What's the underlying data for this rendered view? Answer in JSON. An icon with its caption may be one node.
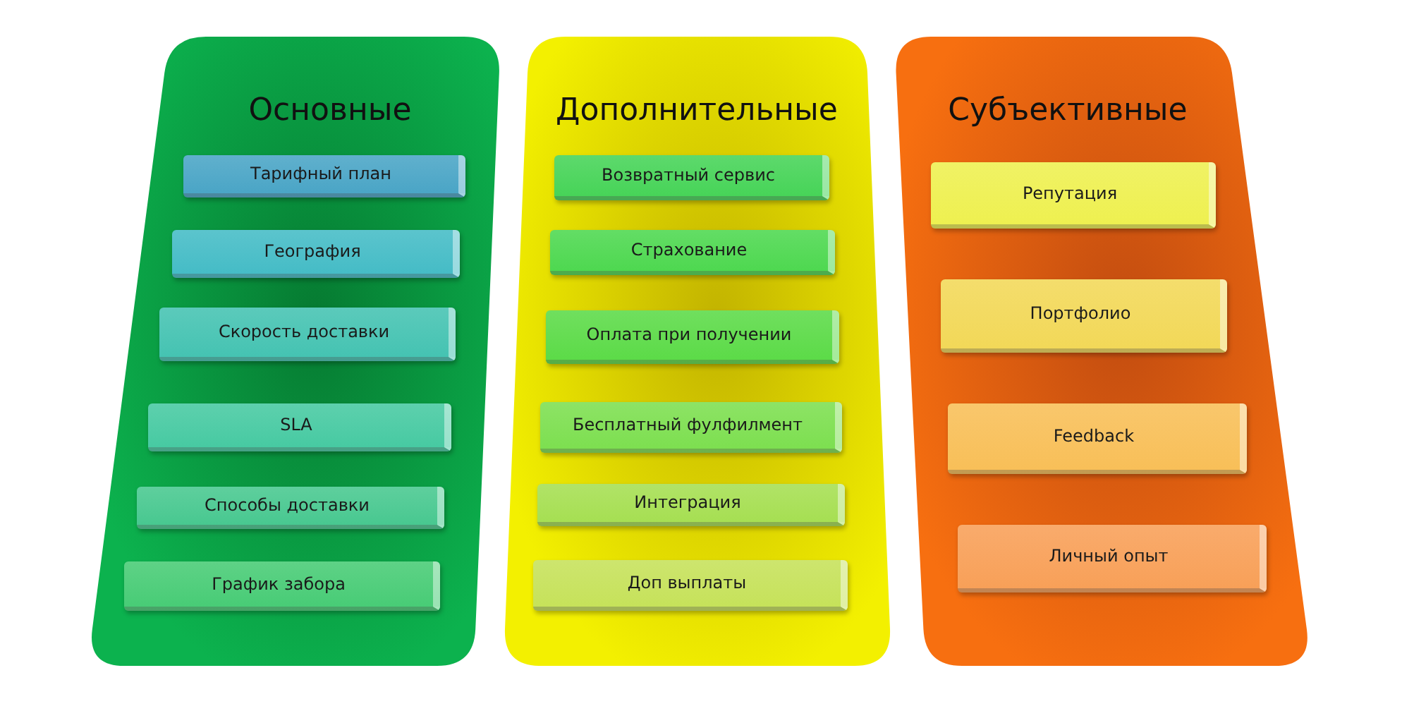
{
  "diagram": {
    "nodes": [
      {
        "text": [
          "Основные"
        ]
      },
      {
        "text": [
          "Тарифный план"
        ],
        "in": 0
      },
      {
        "text": [
          "География"
        ],
        "in": 0
      },
      {
        "text": [
          "Скорость доставки"
        ],
        "in": 0
      },
      {
        "text": [
          "SLA"
        ],
        "in": 0
      },
      {
        "text": [
          "Способы доставки"
        ],
        "in": 0
      },
      {
        "text": [
          "График забора"
        ],
        "in": 0
      },
      {
        "text": [
          "Дополнительные"
        ]
      },
      {
        "text": [
          "Возвратный сервис"
        ],
        "in": 7
      },
      {
        "text": [
          "Страхование"
        ],
        "in": 7
      },
      {
        "text": [
          "Оплата при получении"
        ],
        "in": 7
      },
      {
        "text": [
          "Бесплатный фулфилмент"
        ],
        "in": 7
      },
      {
        "text": [
          "Интеграция"
        ],
        "in": 7
      },
      {
        "text": [
          "Доп выплаты"
        ],
        "in": 7
      },
      {
        "text": [
          "Субъективные"
        ]
      },
      {
        "text": [
          "Репутация"
        ],
        "in": 14
      },
      {
        "text": [
          "Портфолио"
        ],
        "in": 14
      },
      {
        "text": [
          "Feedback"
        ],
        "in": 14
      },
      {
        "text": [
          "Личный опыт"
        ],
        "in": 14
      }
    ]
  }
}
